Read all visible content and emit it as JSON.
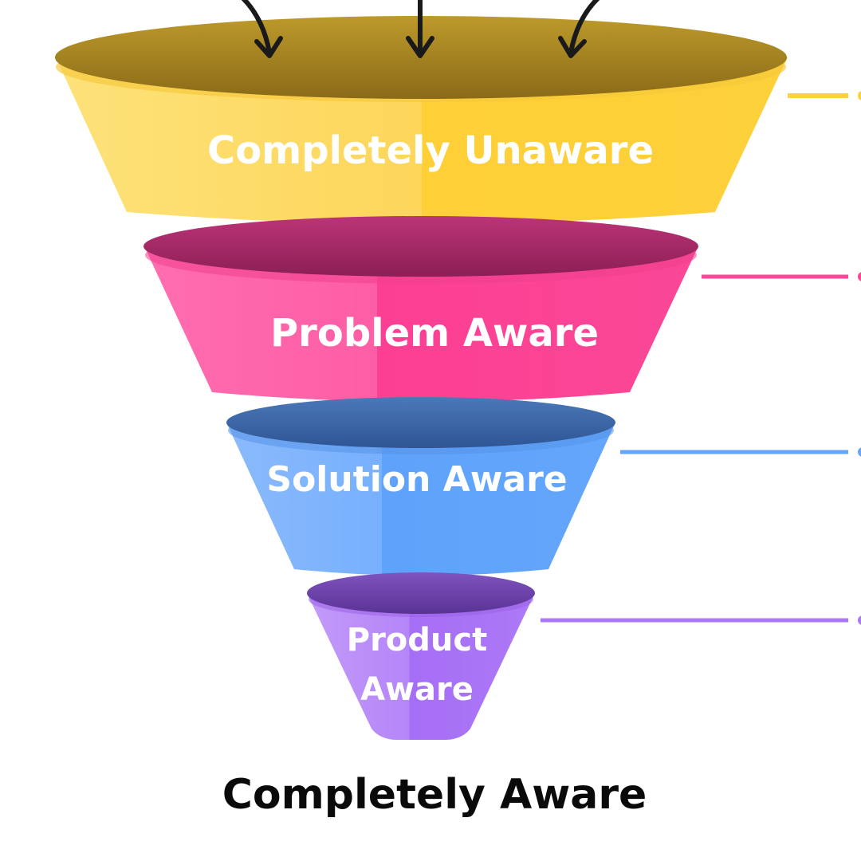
{
  "stages": [
    {
      "label": "Completely Unaware",
      "color": "#fdd13a",
      "rim": "#a5801d"
    },
    {
      "label": "Problem Aware",
      "color": "#fa4796",
      "rim": "#a12762"
    },
    {
      "label": "Solution Aware",
      "color": "#64a6fb",
      "rim": "#3c65a5"
    },
    {
      "label_line1": "Product",
      "label_line2": "Aware",
      "color": "#ac79f6",
      "rim": "#6a40a6"
    }
  ],
  "footer": {
    "label": "Completely Aware"
  },
  "arrows": {
    "icon": "arrow-down-icon",
    "count": 3
  }
}
